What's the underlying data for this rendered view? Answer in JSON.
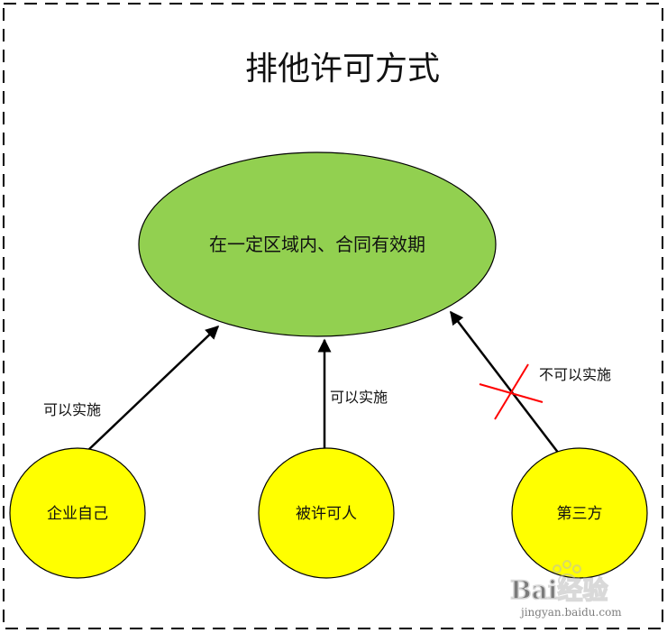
{
  "title": "排他许可方式",
  "scope": {
    "label": "在一定区域内、合同有效期"
  },
  "parties": [
    {
      "label": "企业自己"
    },
    {
      "label": "被许可人"
    },
    {
      "label": "第三方"
    }
  ],
  "edges": [
    {
      "label": "可以实施",
      "allowed": true
    },
    {
      "label": "可以实施",
      "allowed": true
    },
    {
      "label": "不可以实施",
      "allowed": false
    }
  ],
  "watermark": {
    "brand": "Bai经验",
    "url": "jingyan.baidu.com"
  },
  "colors": {
    "scope_fill": "#92d050",
    "party_fill": "#ffff00",
    "arrow": "#000000",
    "cross": "#ff0000",
    "frame": "#000000"
  }
}
